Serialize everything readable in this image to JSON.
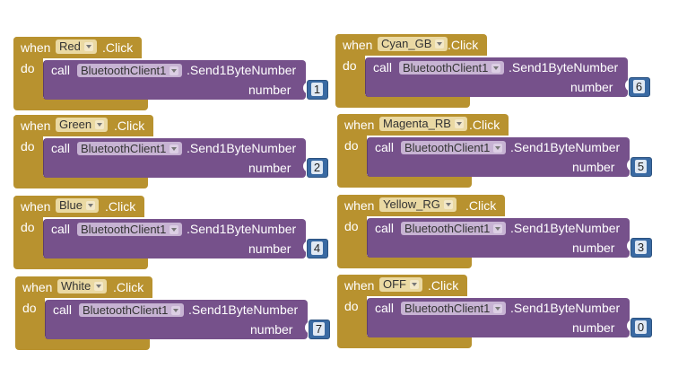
{
  "common": {
    "when_label": "when",
    "do_label": "do",
    "click_label": ".Click",
    "call_label": "call",
    "component": "BluetoothClient1",
    "method": ".Send1ByteNumber",
    "param_label": "number"
  },
  "blocks": [
    {
      "component": "Red",
      "value": "1"
    },
    {
      "component": "Cyan_GB",
      "value": "6"
    },
    {
      "component": "Green",
      "value": "2"
    },
    {
      "component": "Magenta_RB",
      "value": "5"
    },
    {
      "component": "Blue",
      "value": "4"
    },
    {
      "component": "Yellow_RG",
      "value": "3"
    },
    {
      "component": "White",
      "value": "7"
    },
    {
      "component": "OFF",
      "value": "0"
    }
  ],
  "colors": {
    "event": "#b8922f",
    "procedure": "#76518b",
    "math": "#3a6aa3"
  }
}
